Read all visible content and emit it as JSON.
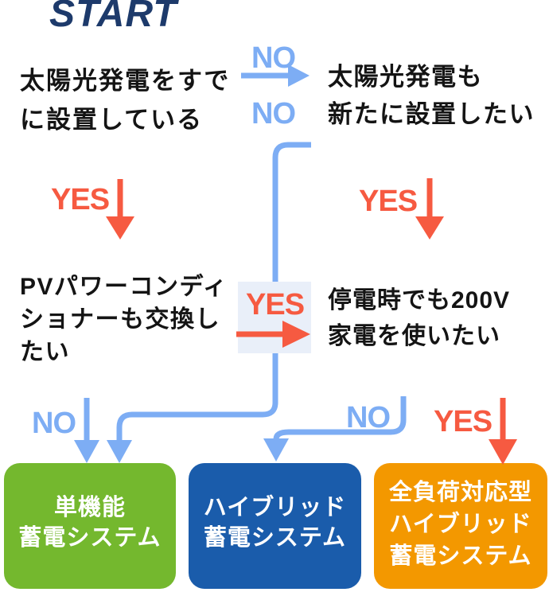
{
  "labels": {
    "start": "START"
  },
  "colors": {
    "background": "#ffffff",
    "box_fill": "#ffffff",
    "question_text": "#141414",
    "start_navy": "#1d3a6b",
    "no_blue": "#7dadf4",
    "yes_red": "#f65a41",
    "yes_band_fill": "#e9eff9",
    "result_green": "#74b82e",
    "result_blue": "#1a5cab",
    "result_orange": "#f39800",
    "result_text": "#ffffff"
  },
  "nodes": {
    "q1": {
      "line1": "太陽光発電をすで",
      "line2": "に設置している"
    },
    "q2": {
      "line1": "太陽光発電も",
      "line2": "新たに設置したい"
    },
    "q3": {
      "line1": "PVパワーコンディ",
      "line2": "ショナーも交換し",
      "line3": "たい"
    },
    "q4": {
      "line1": "停電時でも200V",
      "line2": "家電を使いたい"
    }
  },
  "edges": {
    "q1_no_to_q2": "NO",
    "q2_no_to_single": "NO",
    "q1_yes_to_q3": "YES",
    "q2_yes_to_q4": "YES",
    "q3_yes_to_q4": "YES",
    "q3_no_to_single": "NO",
    "q4_no_to_hybrid": "NO",
    "q4_yes_to_full_hybrid": "YES"
  },
  "results": {
    "single": {
      "line1": "単機能",
      "line2": "蓄電システム"
    },
    "hybrid": {
      "line1": "ハイブリッド",
      "line2": "蓄電システム"
    },
    "full_hybrid": {
      "line1": "全負荷対応型",
      "line2": "ハイブリッド",
      "line3": "蓄電システム"
    }
  }
}
